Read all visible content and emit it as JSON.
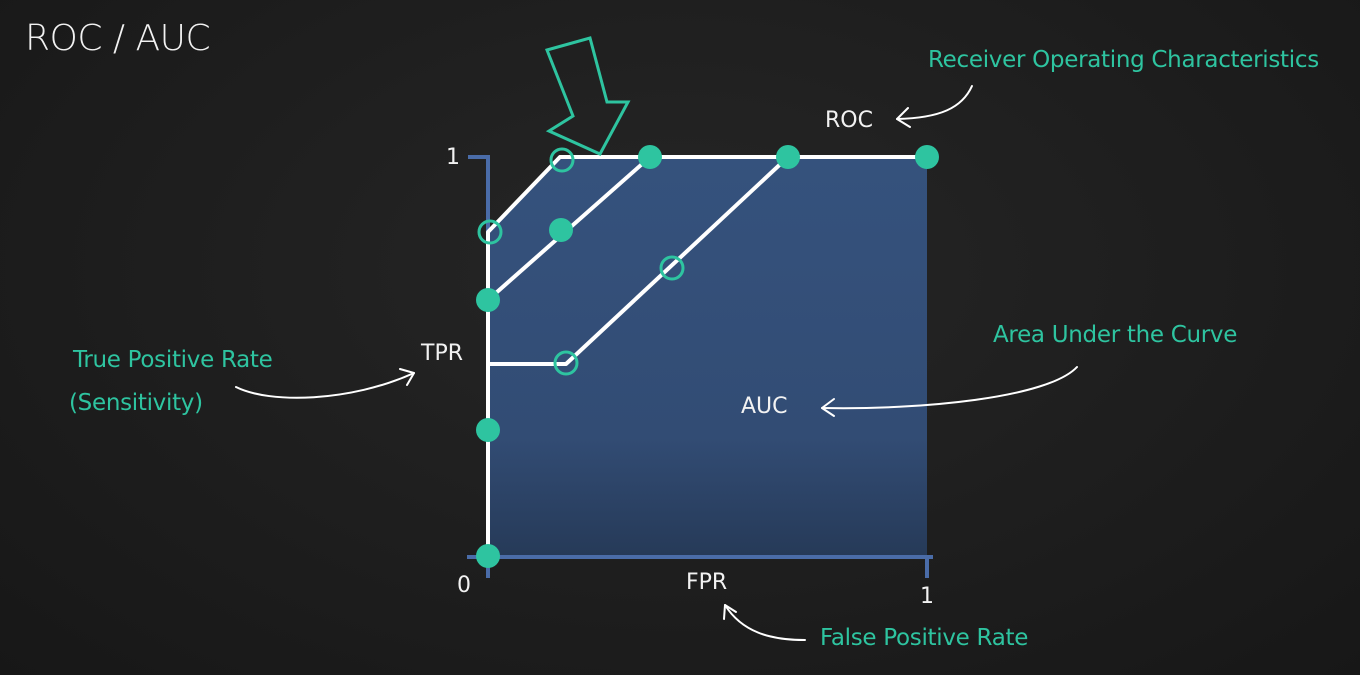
{
  "title": "ROC / AUC",
  "labels": {
    "roc": "ROC",
    "auc": "AUC",
    "tpr": "TPR",
    "fpr": "FPR",
    "y_max": "1",
    "x_min": "0",
    "x_max": "1"
  },
  "annotations": {
    "receiver": "Receiver Operating Characteristics",
    "tpr_line1": "True Positive Rate",
    "tpr_line2": "(Sensitivity)",
    "auc": "Area Under the Curve",
    "fpr": "False Positive Rate"
  },
  "colors": {
    "background": "#1d1d1d",
    "accent": "#2ec4a0",
    "axis": "#4a6ca8",
    "area": "#34507a",
    "curve": "#ffffff",
    "text": "#f2f2f2"
  }
}
